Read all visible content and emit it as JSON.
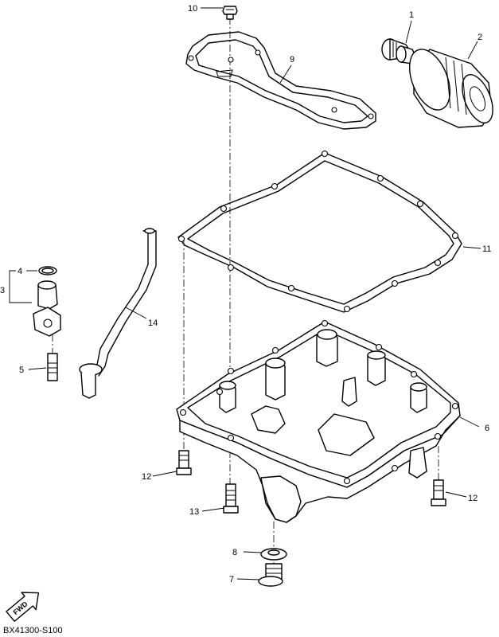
{
  "callouts": [
    {
      "id": "p1",
      "label": "1"
    },
    {
      "id": "p2",
      "label": "2"
    },
    {
      "id": "p3",
      "label": "3"
    },
    {
      "id": "p4",
      "label": "4"
    },
    {
      "id": "p5",
      "label": "5"
    },
    {
      "id": "p6",
      "label": "6"
    },
    {
      "id": "p7",
      "label": "7"
    },
    {
      "id": "p8",
      "label": "8"
    },
    {
      "id": "p9",
      "label": "9"
    },
    {
      "id": "p10",
      "label": "10"
    },
    {
      "id": "p11",
      "label": "11"
    },
    {
      "id": "p12a",
      "label": "12"
    },
    {
      "id": "p12b",
      "label": "12"
    },
    {
      "id": "p13",
      "label": "13"
    },
    {
      "id": "p14",
      "label": "14"
    }
  ],
  "diagram_code": "BX41300-S100",
  "fwd_label": "FWD"
}
